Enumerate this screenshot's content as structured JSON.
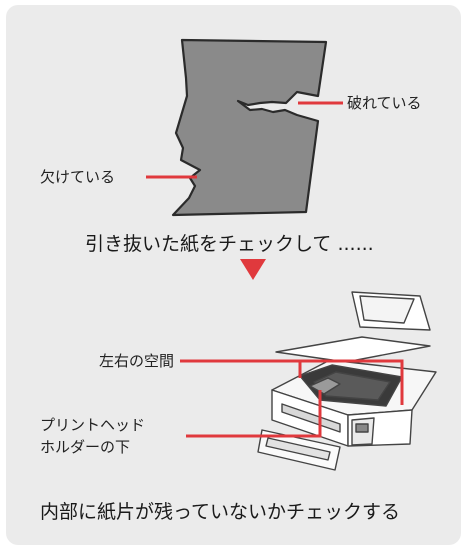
{
  "paper": {
    "torn_label": "破れている",
    "missing_label": "欠けている"
  },
  "step1_caption": "引き抜いた紙をチェックして ......",
  "printer": {
    "space_label": "左右の空間",
    "holder_label_line1": "プリントヘッド",
    "holder_label_line2": "ホルダーの下"
  },
  "step2_caption": "内部に紙片が残っていないかチェックする",
  "colors": {
    "panel": "#ebebeb",
    "paper": "#8a8a8a",
    "accent": "#e0393d"
  }
}
